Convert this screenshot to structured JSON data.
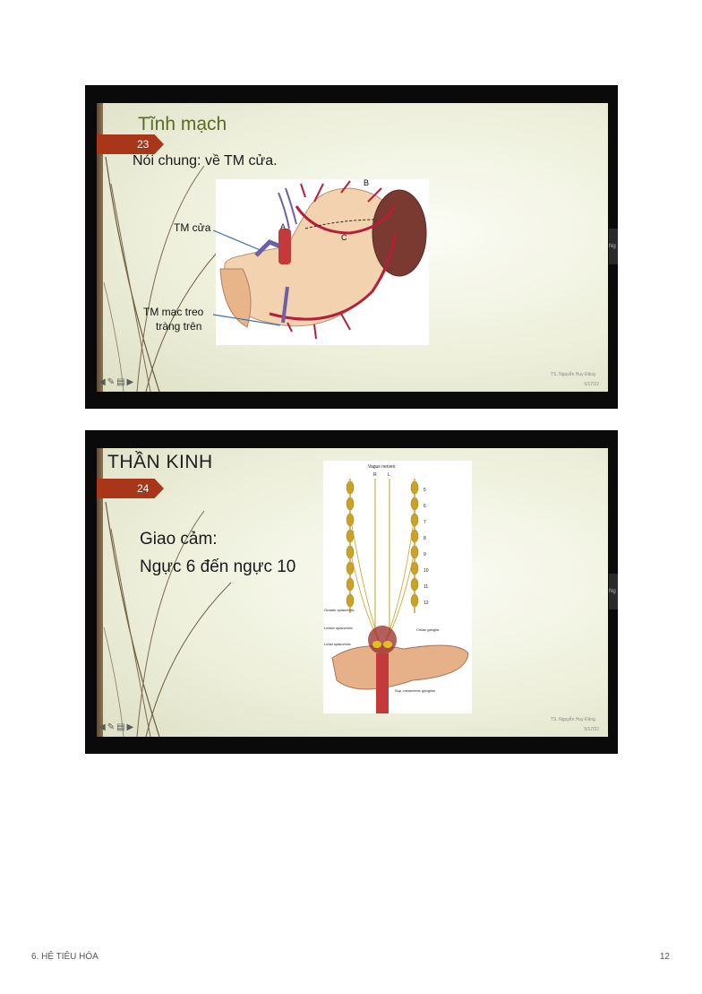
{
  "slides": [
    {
      "number": "23",
      "title": "Tĩnh mạch",
      "subtitle": "Nói chung: về TM cửa.",
      "labels": {
        "portal": "TM cửa",
        "mesenteric_line1": "TM mạc treo",
        "mesenteric_line2": "tràng trên",
        "letter_a": "A",
        "letter_b": "B",
        "letter_c": "C"
      },
      "author": "TS. Nguyễn Huy Đăng",
      "date": "5/17/22",
      "edge_text": "Ng"
    },
    {
      "number": "24",
      "title": "THẦN KINH",
      "line1": "Giao cảm:",
      "line2": "Ngực 6 đến ngực 10",
      "diagram": {
        "top_label": "Vagus nerves",
        "r": "R",
        "l": "L",
        "levels": [
          "5",
          "6",
          "7",
          "8",
          "9",
          "10",
          "11",
          "12"
        ],
        "greater": "Greater splanchnic",
        "lesser": "Lesser splanchnic",
        "least": "Least splanchnic",
        "celiac": "Celiac ganglia",
        "sup_mesenteric": "Sup. mesenteric ganglion"
      },
      "author": "TS. Nguyễn Huy Đăng",
      "date": "5/17/22",
      "edge_text": "Ng"
    }
  ],
  "footer": {
    "left": "6. HỆ TIÊU HÓA",
    "page": "12"
  },
  "colors": {
    "badge": "#a8371a",
    "title_green": "#5a6b28",
    "vein_red": "#b3203a",
    "vein_purple": "#6e5fa8",
    "nerve_gold": "#c9a227"
  }
}
